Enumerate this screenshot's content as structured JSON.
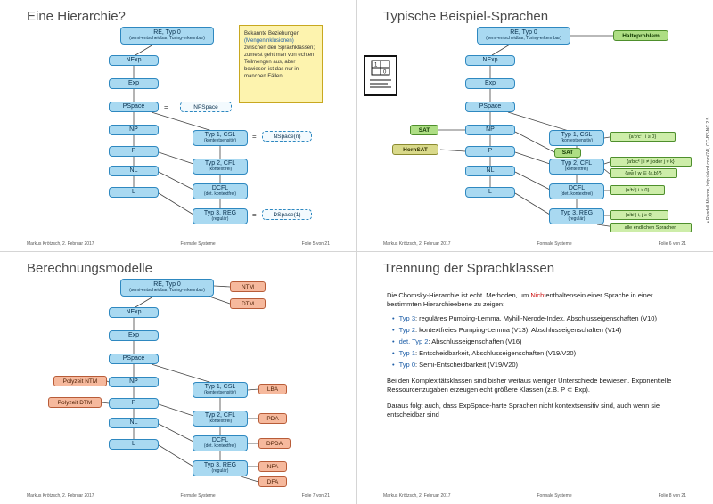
{
  "footer": {
    "author": "Markus Krötzsch, 2. Februar 2017",
    "center": "Formale Systeme"
  },
  "hier": {
    "re": {
      "label": "RE, Typ 0",
      "sub": "(semi-entscheidbar, Turing-erkennbar)"
    },
    "nexp": "NExp",
    "exp": "Exp",
    "pspace": "PSpace",
    "np": "NP",
    "p": "P",
    "nl": "NL",
    "l": "L",
    "csl": {
      "label": "Typ 1, CSL",
      "sub": "(kontextsensitiv)"
    },
    "cfl": {
      "label": "Typ 2, CFL",
      "sub": "(kontextfrei)"
    },
    "dcfl": {
      "label": "DCFL",
      "sub": "(det. kontextfrei)"
    },
    "reg": {
      "label": "Typ 3, REG",
      "sub": "(regulär)"
    }
  },
  "s1": {
    "title": "Eine Hierarchie?",
    "page": "Folie 5 von 21",
    "eq": "=",
    "npspace": "NPSpace",
    "nspace": "NSpace(n)",
    "dspace": "DSpace(1)",
    "note": {
      "pre": "Bekannte Beziehungen ",
      "highlight": "(Mengeninklusionen)",
      "post": " zwischen den Sprachklassen; zumeist geht man von echten Teilmengen aus, aber bewiesen ist das nur in manchen Fällen"
    }
  },
  "s2": {
    "title": "Typische Beispiel-Sprachen",
    "page": "Folie 6 von 21",
    "halteproblem": "Halteproblem",
    "sat": "SAT",
    "hornsat": "HornSAT",
    "sat2": "SAT",
    "formulas": {
      "csl": "{aⁱbⁱcⁱ | i ≥ 0}",
      "cfl1": "{aⁱbʲcᵏ | i ≠ j oder j ≠ k}",
      "cfl2": "{ww̃ | w ∈ {a,b}*}",
      "dcfl": "{aⁱbⁱ | i ≥ 0}",
      "reg": "{aⁱbʲ | i, j ≥ 0}",
      "finite": "alle endlichen Sprachen"
    },
    "comic": {
      "one": "1",
      "zero": "0"
    },
    "credit": "• Randall Munroe, http://xkcd.com/74/, CC-BY-NC 2.5"
  },
  "s3": {
    "title": "Berechnungsmodelle",
    "page": "Folie 7 von 21",
    "machines": {
      "ntm": "NTM",
      "dtm": "DTM",
      "pzntm": "Polyzeit NTM",
      "pzdtm": "Polyzeit DTM",
      "lba": "LBA",
      "pda": "PDA",
      "dpda": "DPDA",
      "nfa": "NFA",
      "dfa": "DFA"
    }
  },
  "s4": {
    "title": "Trennung der Sprachklassen",
    "page": "Folie 8 von 21",
    "p1": {
      "pre": "Die Chomsky-Hierarchie ist echt. Methoden, um ",
      "red": "Nicht",
      "post": "enthaltensein einer Sprache in einer bestimmten Hierarchieebene zu zeigen:"
    },
    "bullet_char": "•",
    "bullets": [
      {
        "key": "Typ 3",
        "rest": ": reguläres Pumping-Lemma, Myhill-Nerode-Index, Abschlusseigenschaften (V10)"
      },
      {
        "key": "Typ 2",
        "rest": ": kontextfreies Pumping-Lemma (V13), Abschlusseigenschaften (V14)"
      },
      {
        "key": "det. Typ 2",
        "rest": ": Abschlusseigenschaften (V16)"
      },
      {
        "key": "Typ 1",
        "rest": ": Entscheidbarkeit, Abschlusseigenschaften (V19/V20)"
      },
      {
        "key": "Typ 0",
        "rest": ": Semi-Entscheidbarkeit (V19/V20)"
      }
    ],
    "p2": "Bei den Komplexitätsklassen sind bisher weitaus weniger Unterschiede bewiesen. Exponentielle Ressourcenzugaben erzeugen echt größere Klassen (z.B. P ⊂ Exp).",
    "p3": "Daraus folgt auch, dass ExpSpace-harte Sprachen nicht kontextsensitiv sind, auch wenn sie entscheidbar sind"
  }
}
